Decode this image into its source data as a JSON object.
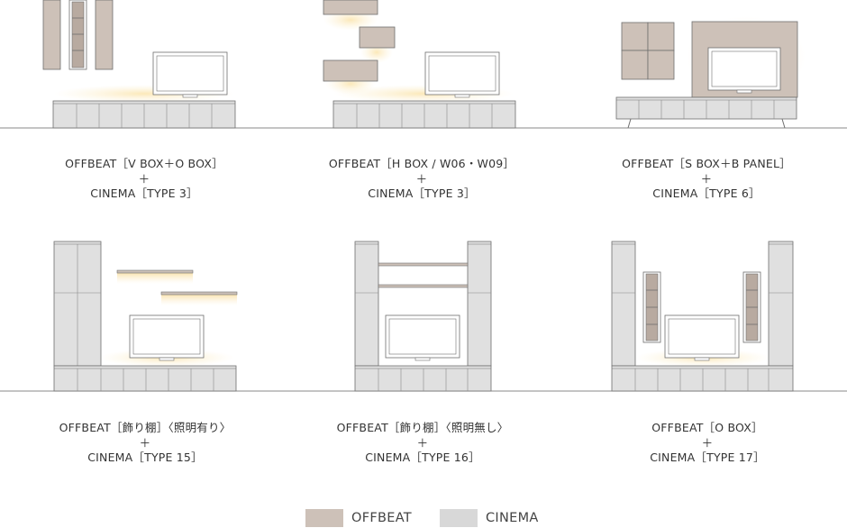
{
  "colors": {
    "offbeat": "#cdc1b8",
    "cinema": "#d8d8d8",
    "line": "#6f6f6f",
    "glow": "#fbe9c0"
  },
  "configs": [
    {
      "line1": "OFFBEAT［V BOX＋O BOX］",
      "line2": "＋",
      "line3": "CINEMA［TYPE 3］"
    },
    {
      "line1": "OFFBEAT［H BOX / W06・W09］",
      "line2": "＋",
      "line3": "CINEMA［TYPE 3］"
    },
    {
      "line1": "OFFBEAT［S BOX＋B PANEL］",
      "line2": "＋",
      "line3": "CINEMA［TYPE 6］"
    },
    {
      "line1": "OFFBEAT［飾り棚］〈照明有り〉",
      "line2": "＋",
      "line3": "CINEMA［TYPE 15］"
    },
    {
      "line1": "OFFBEAT［飾り棚］〈照明無し〉",
      "line2": "＋",
      "line3": "CINEMA［TYPE 16］"
    },
    {
      "line1": "OFFBEAT［O BOX］",
      "line2": "＋",
      "line3": "CINEMA［TYPE 17］"
    }
  ],
  "legend": {
    "offbeat_label": "OFFBEAT",
    "cinema_label": "CINEMA"
  }
}
